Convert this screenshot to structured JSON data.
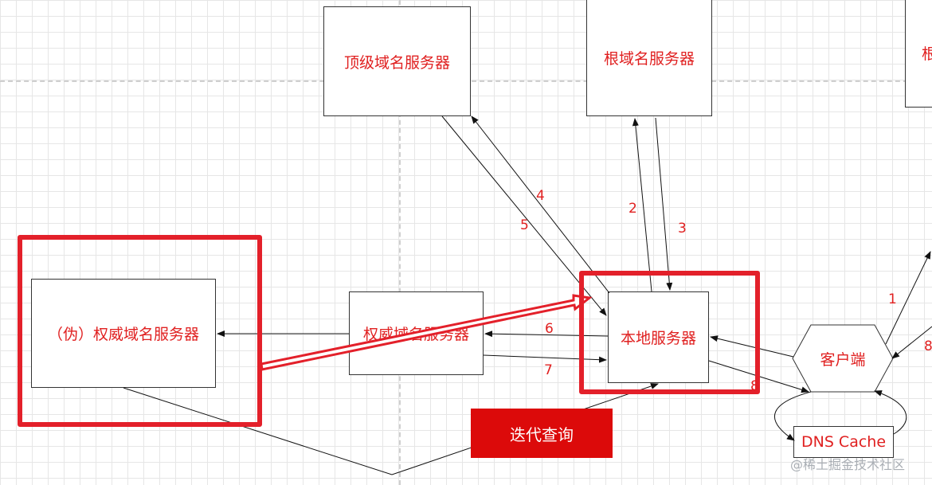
{
  "nodes": {
    "tld_server": "顶级域名服务器",
    "root_server": "根域名服务器",
    "fake_auth_server": "（伪）权威域名服务器",
    "auth_server": "权威域名服务器",
    "local_server": "本地服务器",
    "client": "客户端",
    "dns_cache": "DNS Cache",
    "partial_right_box": "根"
  },
  "step_labels": {
    "s1": "1",
    "s2": "2",
    "s3": "3",
    "s4": "4",
    "s5": "5",
    "s6": "6",
    "s7": "7",
    "s8": "8",
    "s8_right": "8"
  },
  "banner": "迭代查询",
  "watermark": "@稀土掘金技术社区",
  "colors": {
    "label_red": "#e02020",
    "highlight_red": "#e3202a",
    "banner_red": "#dc0a0a",
    "grid": "#e6e6e6"
  }
}
